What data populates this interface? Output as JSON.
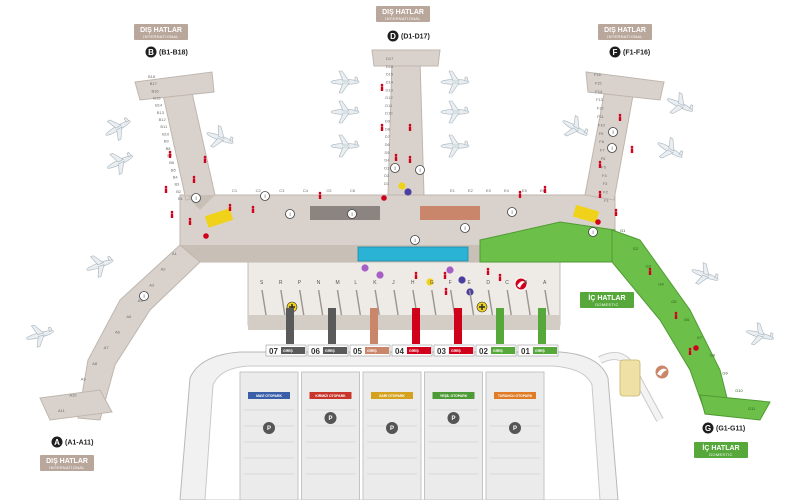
{
  "labels": {
    "intl_title": "DIŞ HATLAR",
    "intl_sub": "INTERNATIONAL",
    "dom_title": "İÇ HATLAR",
    "dom_sub": "DOMESTIC"
  },
  "piers": [
    {
      "letter": "A",
      "range": "(A1-A11)"
    },
    {
      "letter": "B",
      "range": "(B1-B18)"
    },
    {
      "letter": "D",
      "range": "(D1-D17)"
    },
    {
      "letter": "F",
      "range": "(F1-F16)"
    },
    {
      "letter": "G",
      "range": "(G1-G11)"
    }
  ],
  "gates": {
    "A": [
      "A1",
      "A2",
      "A3",
      "A4",
      "A5",
      "A6",
      "A7",
      "A8",
      "A9",
      "A10",
      "A11"
    ],
    "B": [
      "B1",
      "B2",
      "B3",
      "B4",
      "B5",
      "B6",
      "B7",
      "B8",
      "B9",
      "B10",
      "B11",
      "B12",
      "B13",
      "B14",
      "B15",
      "B16",
      "B17",
      "B18"
    ],
    "D": [
      "D1",
      "D2",
      "D3",
      "D4",
      "D5",
      "D6",
      "D7",
      "D8",
      "D9",
      "D10",
      "D11",
      "D12",
      "D13",
      "D14",
      "D15",
      "D16",
      "D17"
    ],
    "F": [
      "F1",
      "F2",
      "F3",
      "F4",
      "F5",
      "F6",
      "F7",
      "F8",
      "F9",
      "F10",
      "F11",
      "F12",
      "F13",
      "F14",
      "F15",
      "F16"
    ],
    "G": [
      "G1",
      "G2",
      "G3",
      "G4",
      "G5",
      "G6",
      "G7",
      "G8",
      "G9",
      "G10",
      "G11"
    ],
    "C": [
      "C1",
      "C2",
      "C3",
      "C4",
      "C5",
      "C6"
    ],
    "E": [
      "E1",
      "E2",
      "E3",
      "E4",
      "E5",
      "E6"
    ]
  },
  "checkin_rows": [
    "S",
    "R",
    "P",
    "N",
    "M",
    "L",
    "K",
    "J",
    "H",
    "G",
    "F",
    "E",
    "D",
    "C",
    "B",
    "A"
  ],
  "entrances": [
    {
      "num": "07",
      "tag": "GİRİŞ",
      "color": "#5a5a5a"
    },
    {
      "num": "06",
      "tag": "GİRİŞ",
      "color": "#5a5a5a"
    },
    {
      "num": "05",
      "tag": "GİRİŞ",
      "color": "#c9866a"
    },
    {
      "num": "04",
      "tag": "GİRİŞ",
      "color": "#d0021b"
    },
    {
      "num": "03",
      "tag": "GİRİŞ",
      "color": "#d0021b"
    },
    {
      "num": "02",
      "tag": "GİRİŞ",
      "color": "#56a83a"
    },
    {
      "num": "01",
      "tag": "GİRİŞ",
      "color": "#56a83a"
    }
  ],
  "parking": [
    {
      "name": "MAVİ OTOPARK",
      "color": "#3a5fa8"
    },
    {
      "name": "KIRMIZI OTOPARK",
      "color": "#c7352b"
    },
    {
      "name": "SARI OTOPARK",
      "color": "#d5a220"
    },
    {
      "name": "YEŞİL OTOPARK",
      "color": "#4e9a36"
    },
    {
      "name": "TURUNCU OTOPARK",
      "color": "#e07b26"
    }
  ],
  "parking_symbol": "P",
  "colors": {
    "international_pier": "#d9d2cc",
    "domestic_pier": "#6cc04a",
    "accent_red": "#d0021b",
    "lounge_cyan": "#2ab3d4",
    "label_brown": "#b9a79c"
  }
}
